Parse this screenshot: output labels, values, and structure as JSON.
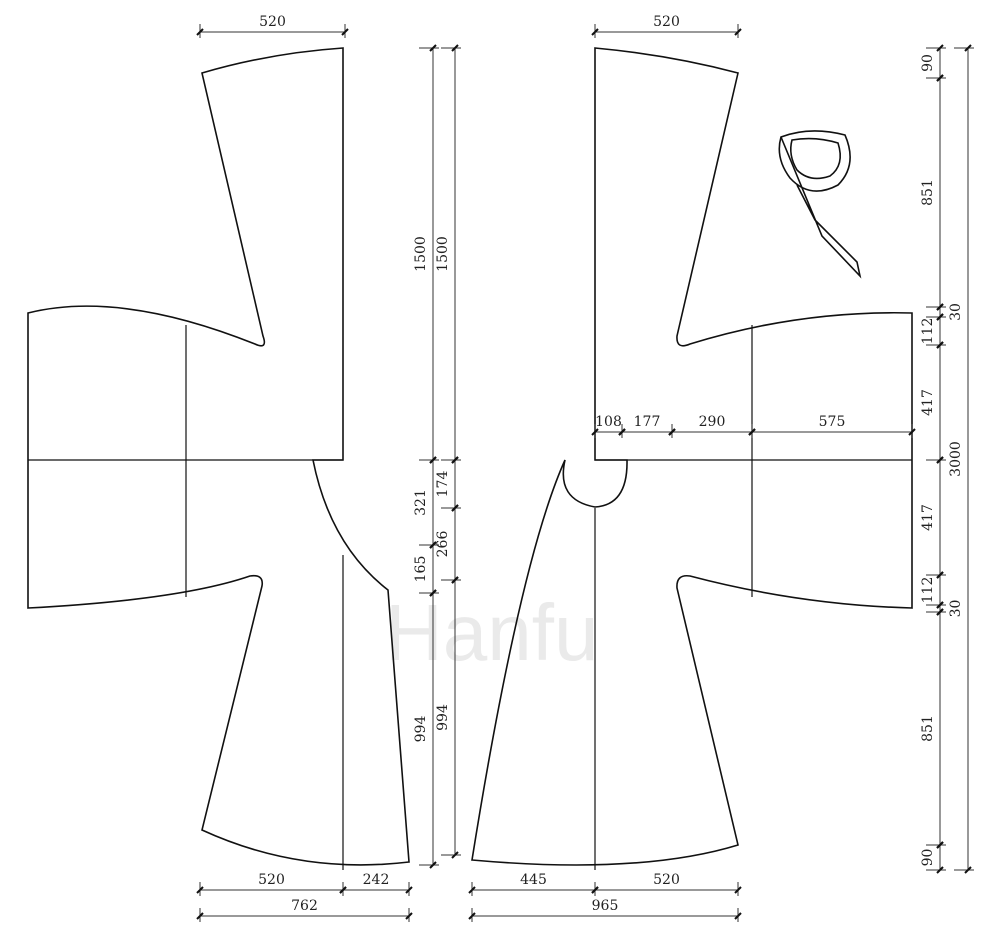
{
  "watermark": "Hanfu",
  "back_piece": {
    "top_width": "520",
    "height_outer": "1500",
    "height_inner": "1500",
    "neck_drop": "321",
    "neck_174": "174",
    "neck_266": "266",
    "side_165": "165",
    "lower_outer": "994",
    "lower_inner": "994",
    "bottom_520": "520",
    "bottom_242": "242",
    "bottom_total": "762"
  },
  "front_piece": {
    "top_width": "520",
    "sleeve_108": "108",
    "sleeve_177": "177",
    "sleeve_290": "290",
    "sleeve_575": "575",
    "bottom_445": "445",
    "bottom_520": "520",
    "bottom_total": "965"
  },
  "right_dims": {
    "top_90": "90",
    "upper_851": "851",
    "upper_30": "30",
    "upper_112": "112",
    "upper_417": "417",
    "total": "3000",
    "lower_417": "417",
    "lower_112": "112",
    "lower_30": "30",
    "lower_851": "851",
    "bottom_90": "90"
  }
}
